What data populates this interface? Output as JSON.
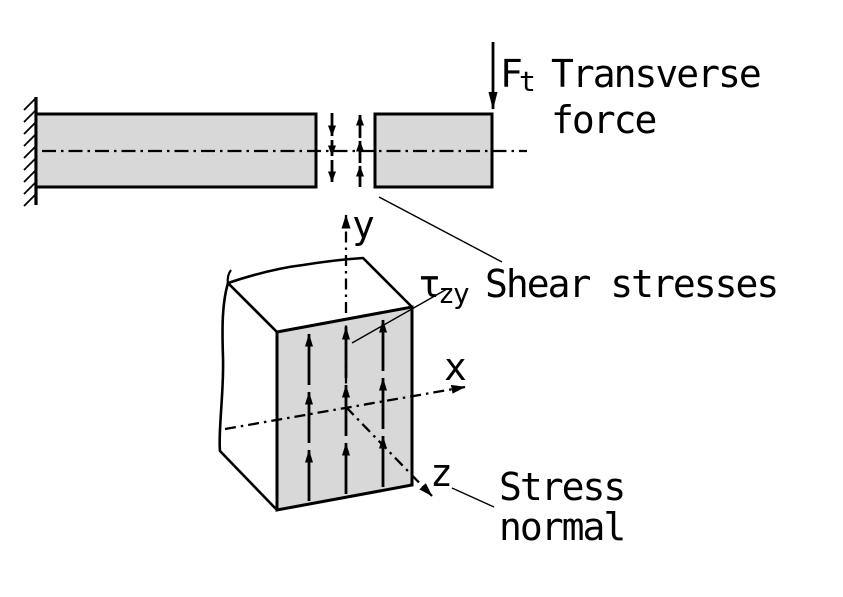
{
  "diagram": {
    "beam": {
      "force_symbol": "F",
      "force_subscript": "t",
      "force_label_line1": "Transverse",
      "force_label_line2": "force"
    },
    "element": {
      "shear_symbol": "τ",
      "shear_subscript": "zy",
      "shear_label": "Shear stresses",
      "normal_label_line1": "Stress",
      "normal_label_line2": "normal",
      "axis_x": "x",
      "axis_y": "y",
      "axis_z": "z"
    },
    "colors": {
      "ink": "#000000",
      "surface": "#d8d8d8",
      "background": "#ffffff"
    }
  }
}
